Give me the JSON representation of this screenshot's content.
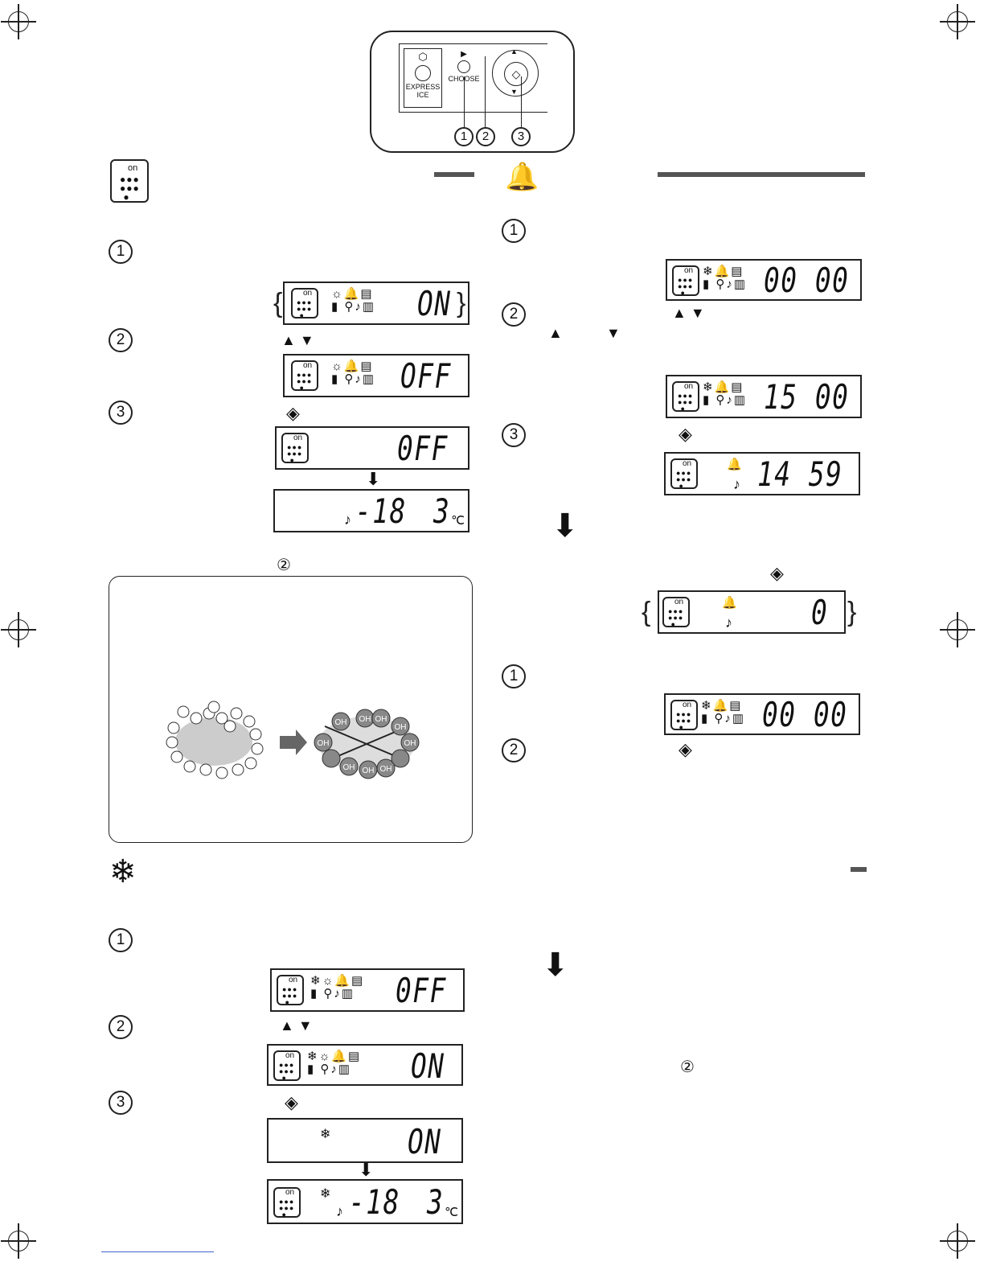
{
  "control_panel": {
    "express_ice_label": "EXPRESS ICE",
    "choose_label": "CHOOSE",
    "callouts": [
      "1",
      "2",
      "3"
    ]
  },
  "section_plasma": {
    "steps": [
      "1",
      "2",
      "3"
    ],
    "display_on": "ON",
    "display_off": "OFF",
    "display_off_confirm": "0FF",
    "display_temp": "-18",
    "display_temp2": "3",
    "unit": "℃",
    "note_ref": "②"
  },
  "ion_diagram": {
    "oh_labels": [
      "OH",
      "OH",
      "OH",
      "OH",
      "OH",
      "OH",
      "OH",
      "OH",
      "OH"
    ]
  },
  "section_alarm": {
    "steps_a": [
      "1",
      "2",
      "3"
    ],
    "display_initial": "00 00",
    "display_set": "15 00",
    "display_running": "14 59",
    "display_end": "0",
    "steps_b": [
      "1",
      "2"
    ],
    "display_reset": "00 00",
    "note_ref": "②"
  },
  "section_superfreeze": {
    "steps": [
      "1",
      "2",
      "3"
    ],
    "display_off": "0FF",
    "display_on": "ON",
    "display_on_confirm": "ON",
    "display_temp": "-18",
    "display_temp2": "3",
    "unit": "℃"
  },
  "icons": {
    "arrows": "▲ ▼",
    "select": "⟐",
    "snowflake": "❄",
    "bell": "🔔",
    "down_arrow": "⬇",
    "note": "♪"
  }
}
